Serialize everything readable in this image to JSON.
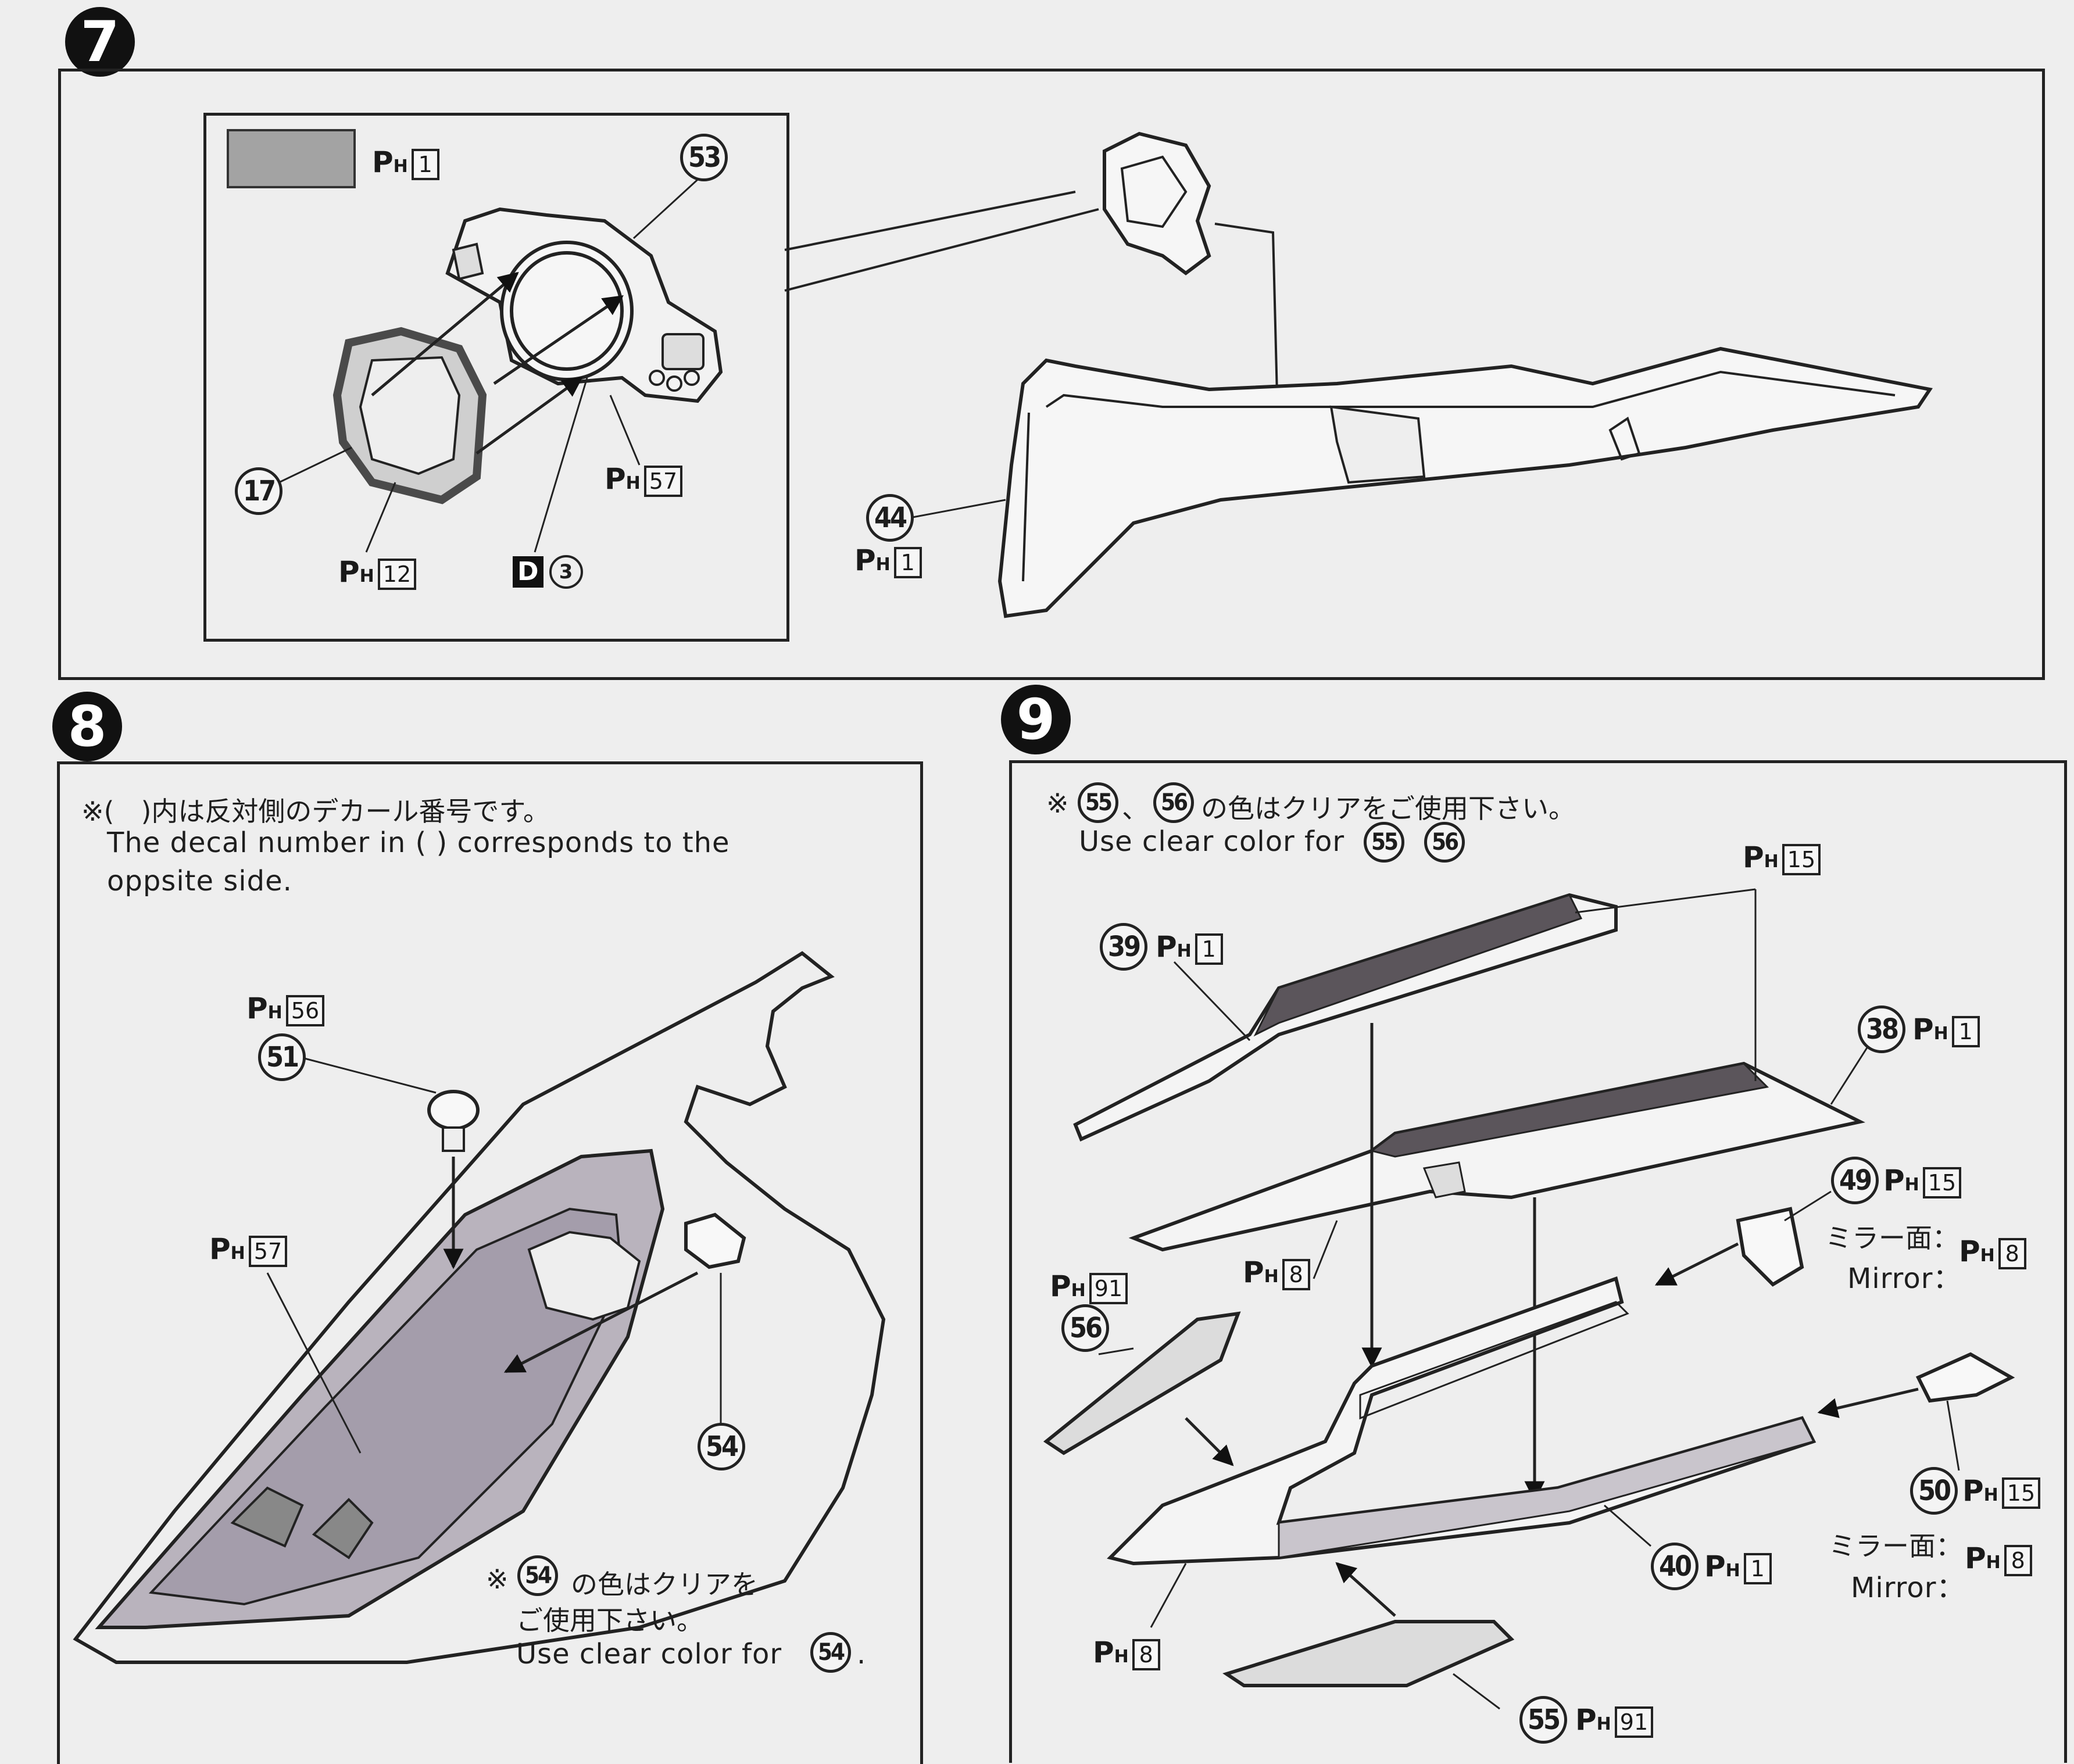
{
  "colors": {
    "paper": "#eeeeee",
    "ink": "#1d1d1d",
    "swatch": "#a3a3a3",
    "dark_panel": "#5b555b",
    "clear_tint": "#b9b3bd"
  },
  "steps": [
    {
      "number": "7"
    },
    {
      "number": "8"
    },
    {
      "number": "9"
    }
  ],
  "step7": {
    "color_key": {
      "paint": "P",
      "sub": "H",
      "code": "1"
    },
    "labels": {
      "p53": "53",
      "p17": "17",
      "p44": "44",
      "paint57": "57",
      "paint12": "12",
      "paint1_44": "1",
      "decal_letter": "D",
      "decal_num": "3"
    }
  },
  "step8": {
    "note_jp": "※(　)内は反対側のデカール番号です。",
    "note_en_1": "The decal number in ( ) corresponds to the",
    "note_en_2": "oppsite side.",
    "labels": {
      "p51": "51",
      "p54": "54",
      "paint56": "56",
      "paint57": "57"
    },
    "clear_jp_1": "の色はクリアを",
    "clear_jp_2": "ご使用下さい。",
    "clear_en": "Use clear color for",
    "clear_part": "54",
    "clear_mark": "※",
    "period": "."
  },
  "step9": {
    "note_mark": "※",
    "note_sep": "、",
    "note_jp_tail": "の色はクリアをご使用下さい。",
    "note_en": "Use clear color for",
    "note_parts": [
      "55",
      "56"
    ],
    "labels": {
      "p39": "39",
      "p38": "38",
      "p49": "49",
      "p56": "56",
      "p50": "50",
      "p40": "40",
      "p55": "55",
      "paint15_top": "15",
      "paint1_39": "1",
      "paint1_38": "1",
      "paint15_49": "15",
      "paint8_mirror1": "8",
      "paint8_mid": "8",
      "paint91_56": "91",
      "paint15_50": "15",
      "paint8_mirror2": "8",
      "paint1_40": "1",
      "paint8_bottom": "8",
      "paint91_55": "91"
    },
    "mirror_jp": "ミラー面：",
    "mirror_en": "Mirror："
  }
}
